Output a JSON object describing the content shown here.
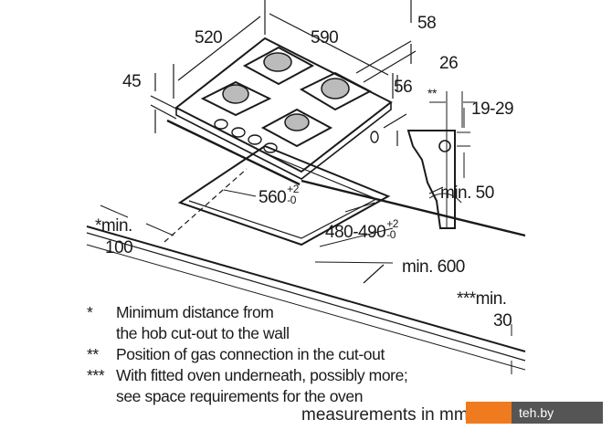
{
  "dimensions": {
    "depth_hob": "520",
    "width_hob": "590",
    "height_top": "58",
    "thickness": "45",
    "height_body": "56",
    "gas_offset": "26",
    "gas_marker": "**",
    "gas_height": "19-29",
    "cutout_width": "560",
    "cutout_width_tol_plus": "+2",
    "cutout_width_tol_minus": "-0",
    "cutout_depth": "480-490",
    "cutout_depth_tol_plus": "+2",
    "cutout_depth_tol_minus": "-0",
    "min_back": "min. 50",
    "min_wall_label": "*min.",
    "min_wall_value": "100",
    "min_worktop": "min. 600",
    "min_thick_label": "***min.",
    "min_thick_value": "30"
  },
  "notes": [
    {
      "marker": "*",
      "lines": [
        "Minimum distance from",
        "the hob cut-out to the wall"
      ]
    },
    {
      "marker": "**",
      "lines": [
        "Position of gas connection in the cut-out"
      ]
    },
    {
      "marker": "***",
      "lines": [
        "With fitted oven underneath, possibly more;",
        "see space requirements for the oven"
      ]
    }
  ],
  "footer": "measurements in mm",
  "watermark": "teh.by",
  "colors": {
    "line": "#1a1a1a",
    "watermark_orange": "#f07a1e",
    "watermark_gray": "#555555"
  }
}
